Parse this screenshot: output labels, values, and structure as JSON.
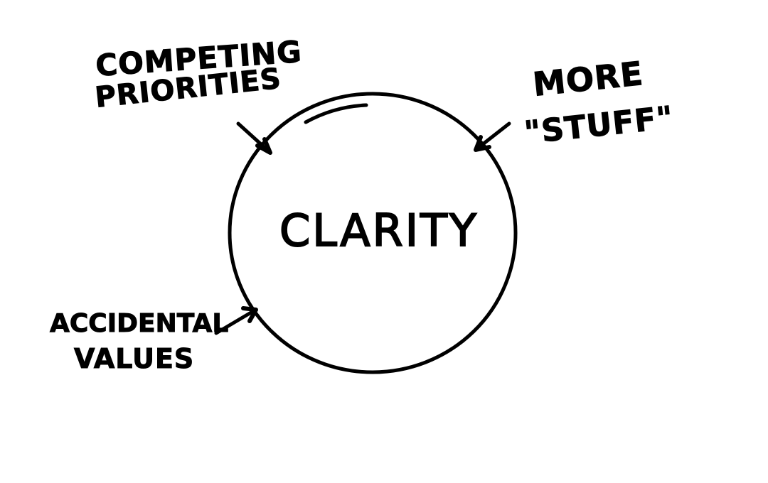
{
  "diagram": {
    "center_label": "CLARITY",
    "forces": [
      {
        "line1": "COMPETING",
        "line2": "PRIORITIES"
      },
      {
        "line1": "MORE",
        "line2": "\"STUFF\""
      },
      {
        "line1": "ACCIDENTAL",
        "line2": "VALUES"
      }
    ]
  },
  "colors": {
    "ink": "#000000",
    "background": "#ffffff"
  }
}
